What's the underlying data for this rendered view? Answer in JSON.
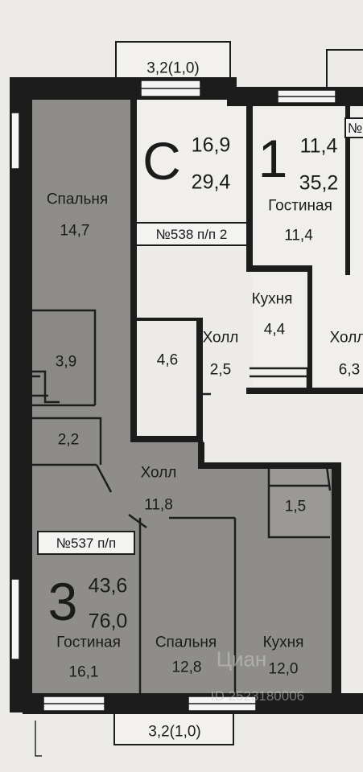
{
  "balcony_top": "3,2(1,0)",
  "balcony_bottom": "3,2(1,0)",
  "apt_studio": {
    "type": "С",
    "area_living": "16,9",
    "area_total": "29,4",
    "number": "№538 п/п 2"
  },
  "apt_one": {
    "type": "1",
    "area_living": "11,4",
    "area_total": "35,2",
    "tag_partial": "№",
    "rooms": [
      {
        "name": "Гостиная",
        "area": "11,4"
      },
      {
        "name": "Кухня",
        "area": "4,4"
      },
      {
        "name": "Холл",
        "area": "6,3"
      }
    ]
  },
  "apt_three": {
    "type": "3",
    "area_living": "43,6",
    "area_total": "76,0",
    "number": "№537 п/п",
    "rooms": [
      {
        "name": "Спальня",
        "area": "14,7"
      },
      {
        "name": "",
        "area": "3,9"
      },
      {
        "name": "",
        "area": "2,2"
      },
      {
        "name": "Холл",
        "area": "11,8"
      },
      {
        "name": "",
        "area": "1,5"
      },
      {
        "name": "Гостиная",
        "area": "16,1"
      },
      {
        "name": "Спальня",
        "area": "12,8"
      },
      {
        "name": "Кухня",
        "area": "12,0"
      }
    ]
  },
  "studio_rooms": [
    {
      "name": "",
      "area": "4,6"
    },
    {
      "name": "Холл",
      "area": "2,5"
    }
  ],
  "watermark": {
    "line1": "Циан",
    "line2": "ID 2523180006"
  }
}
